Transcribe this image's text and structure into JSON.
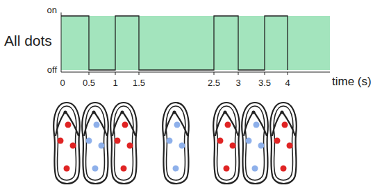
{
  "diagram": {
    "labels": [
      "All dots",
      "on",
      "off",
      "0",
      "0.5",
      "1",
      "1.5",
      "2.5",
      "3",
      "3.5",
      "4",
      "time (s)"
    ]
  }
}
